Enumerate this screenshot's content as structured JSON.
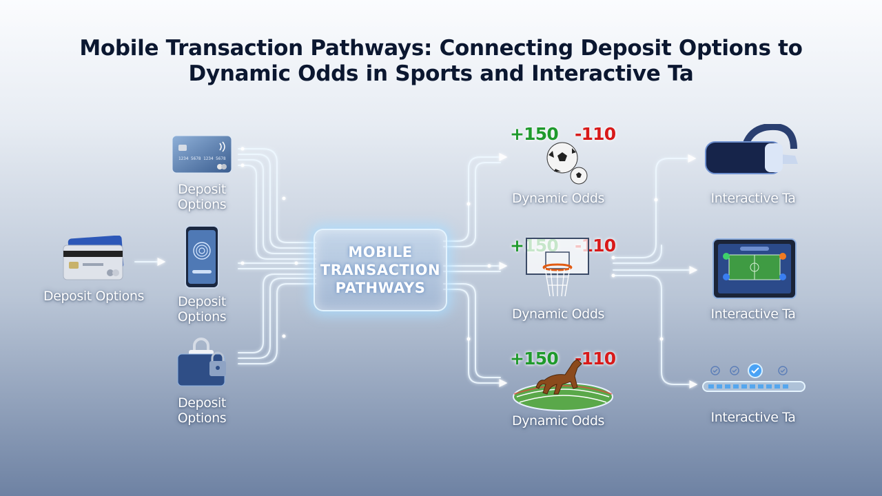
{
  "title": {
    "line1": "Mobile Transaction Pathways: Connecting Deposit Options to",
    "line2": "Dynamic Odds in Sports and Interactive Ta"
  },
  "source": {
    "label": "Deposit Options"
  },
  "deposits": [
    {
      "line1": "Deposit",
      "line2": "Options",
      "icon": "credit-card-icon"
    },
    {
      "line1": "Deposit",
      "line2": "Options",
      "icon": "smartphone-fingerprint-icon"
    },
    {
      "line1": "Deposit",
      "line2": "Options",
      "icon": "secure-wallet-lock-icon"
    }
  ],
  "hub": {
    "label": "MOBILE TRANSACTION PATHWAYS"
  },
  "odds": [
    {
      "positive": "+150",
      "negative": "-110",
      "label": "Dynamic Odds",
      "icon": "soccer-ball-icon"
    },
    {
      "positive": "+150",
      "negative": "-110",
      "label": "Dynamic Odds",
      "icon": "basketball-hoop-icon"
    },
    {
      "positive": "+150",
      "negative": "-110",
      "label": "Dynamic Odds",
      "icon": "racehorse-icon"
    }
  ],
  "interactive": [
    {
      "label": "Interactive Ta",
      "icon": "vr-headset-icon"
    },
    {
      "label": "Interactive Ta",
      "icon": "tablet-game-icon"
    },
    {
      "label": "Interactive Ta",
      "icon": "progress-checkmarks-icon"
    }
  ],
  "colors": {
    "title": "#0b1730",
    "positive_odds": "#1f9a2c",
    "negative_odds": "#d81a1a",
    "connector_glow": "#e8f6ff"
  }
}
